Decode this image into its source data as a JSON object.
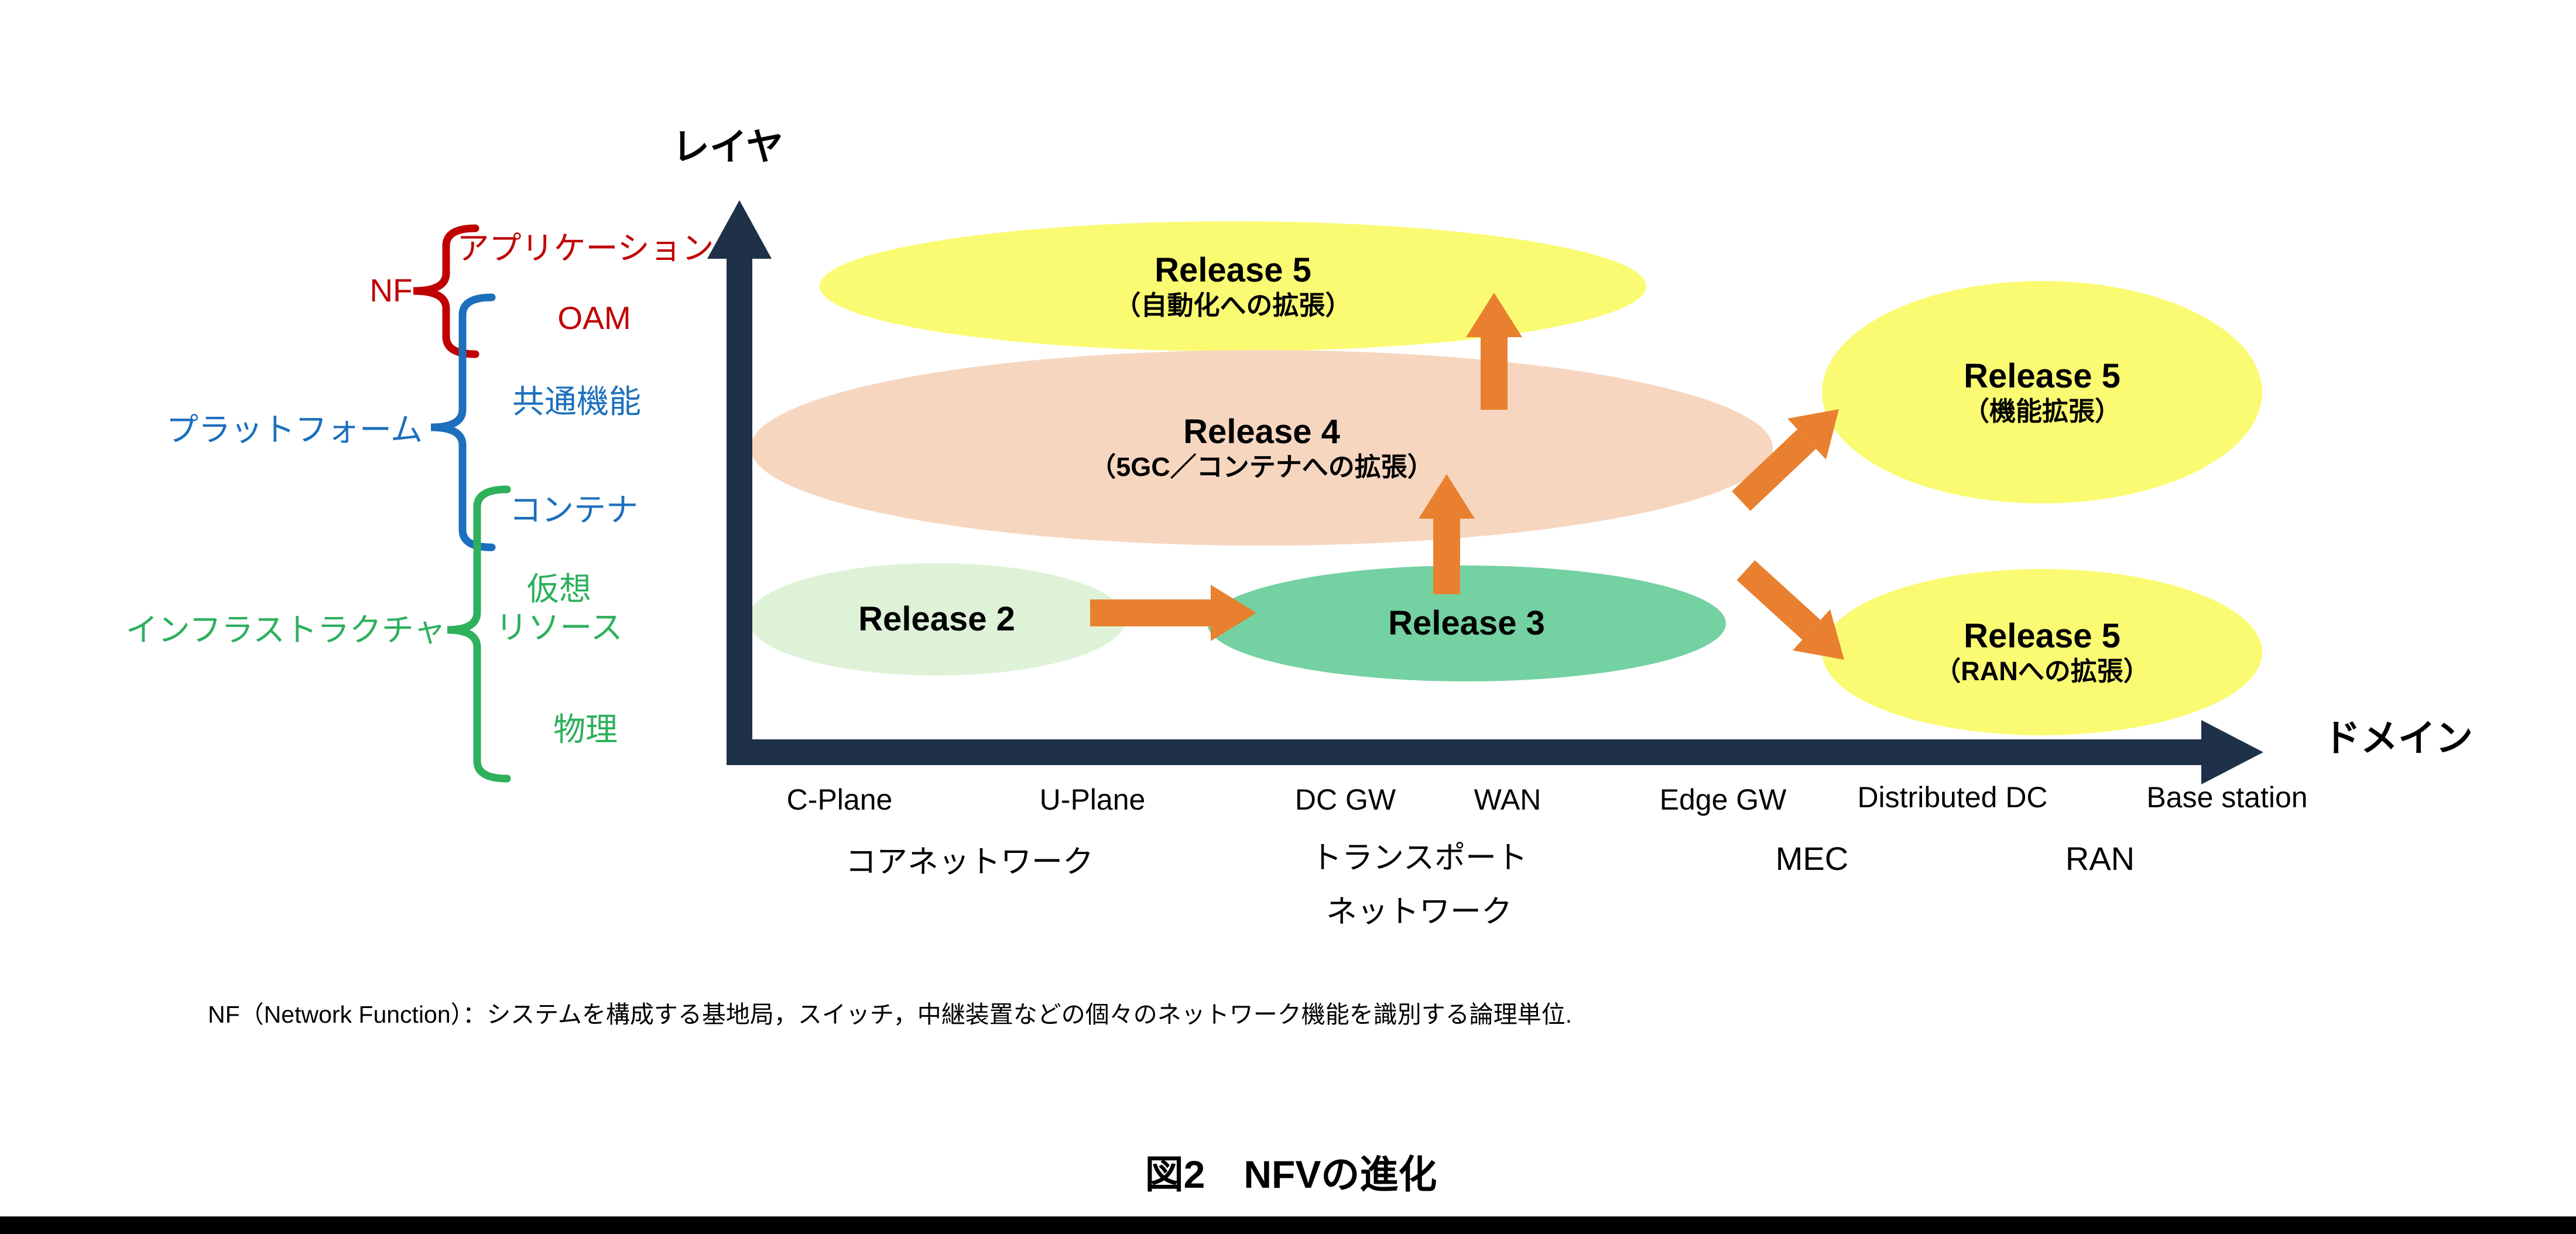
{
  "axis": {
    "y_label": "レイヤ",
    "x_label": "ドメイン"
  },
  "legend": {
    "nf": "NF",
    "application": "アプリケーション",
    "oam": "OAM",
    "common_function": "共通機能",
    "platform": "プラットフォーム",
    "container": "コンテナ",
    "virtual_line1": "仮想",
    "virtual_line2": "リソース",
    "infrastructure": "インフラストラクチャ",
    "physical": "物理"
  },
  "releases": {
    "r5_auto": {
      "title": "Release 5",
      "subtitle": "（自動化への拡張）"
    },
    "r4": {
      "title": "Release 4",
      "subtitle": "（5GC／コンテナへの拡張）"
    },
    "r2": {
      "title": "Release 2"
    },
    "r3": {
      "title": "Release 3"
    },
    "r5_func": {
      "title": "Release 5",
      "subtitle": "（機能拡張）"
    },
    "r5_ran": {
      "title": "Release 5",
      "subtitle": "（RANへの拡張）"
    }
  },
  "domains": {
    "items": [
      "C-Plane",
      "U-Plane",
      "DC GW",
      "WAN",
      "Edge GW",
      "Distributed DC",
      "Base station"
    ],
    "groups": {
      "core": "コアネットワーク",
      "transport_line1": "トランスポート",
      "transport_line2": "ネットワーク",
      "mec": "MEC",
      "ran": "RAN"
    }
  },
  "footnote": "NF（Network Function）：システムを構成する基地局，スイッチ，中継装置などの個々のネットワーク機能を識別する論理単位.",
  "caption": "図2　NFVの進化",
  "colors": {
    "yellow": "#FBFB73",
    "peach": "#F7D6C0",
    "light_green": "#DEF2D8",
    "green": "#74D1A1",
    "orange": "#E8802F",
    "navy": "#1F3049",
    "red": "#C00000",
    "blue": "#1B6FBC",
    "text_green": "#2EB05C"
  }
}
